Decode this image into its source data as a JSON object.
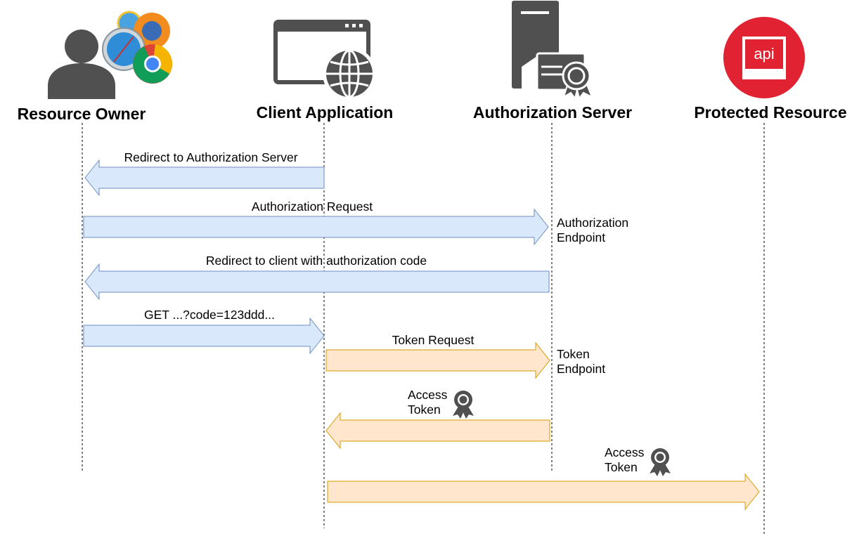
{
  "actors": [
    {
      "id": "resource_owner",
      "title": "Resource Owner",
      "icon": "user-with-browsers-icon"
    },
    {
      "id": "client_application",
      "title": "Client Application",
      "icon": "browser-window-globe-icon"
    },
    {
      "id": "authorization_server",
      "title": "Authorization Server",
      "icon": "server-certificate-icon"
    },
    {
      "id": "protected_resource",
      "title": "Protected Resource",
      "icon": "api-icon",
      "icon_text": "api"
    }
  ],
  "messages": [
    {
      "label": "Redirect to Authorization Server",
      "from": "client_application",
      "to": "resource_owner",
      "style": "blue"
    },
    {
      "label": "Authorization Request",
      "from": "resource_owner",
      "to": "authorization_server",
      "style": "blue"
    },
    {
      "label": "Redirect to client with authorization code",
      "from": "authorization_server",
      "to": "resource_owner",
      "style": "blue"
    },
    {
      "label": "GET ...?code=123ddd...",
      "from": "resource_owner",
      "to": "client_application",
      "style": "blue"
    },
    {
      "label": "Token Request",
      "from": "client_application",
      "to": "authorization_server",
      "style": "orange"
    },
    {
      "label": "Access\nToken",
      "from": "authorization_server",
      "to": "client_application",
      "style": "orange",
      "icon": "award-ribbon-icon"
    },
    {
      "label": "Access\nToken",
      "from": "client_application",
      "to": "protected_resource",
      "style": "orange",
      "icon": "award-ribbon-icon"
    }
  ],
  "endpoints": [
    {
      "label": "Authorization\nEndpoint"
    },
    {
      "label": "Token\nEndpoint"
    }
  ],
  "colors": {
    "blue_fill": "#dae8fc",
    "blue_stroke": "#6c8ebf",
    "orange_fill": "#ffe6cc",
    "orange_stroke": "#d79b00",
    "icon_dark": "#505050",
    "api_red": "#e02233"
  }
}
